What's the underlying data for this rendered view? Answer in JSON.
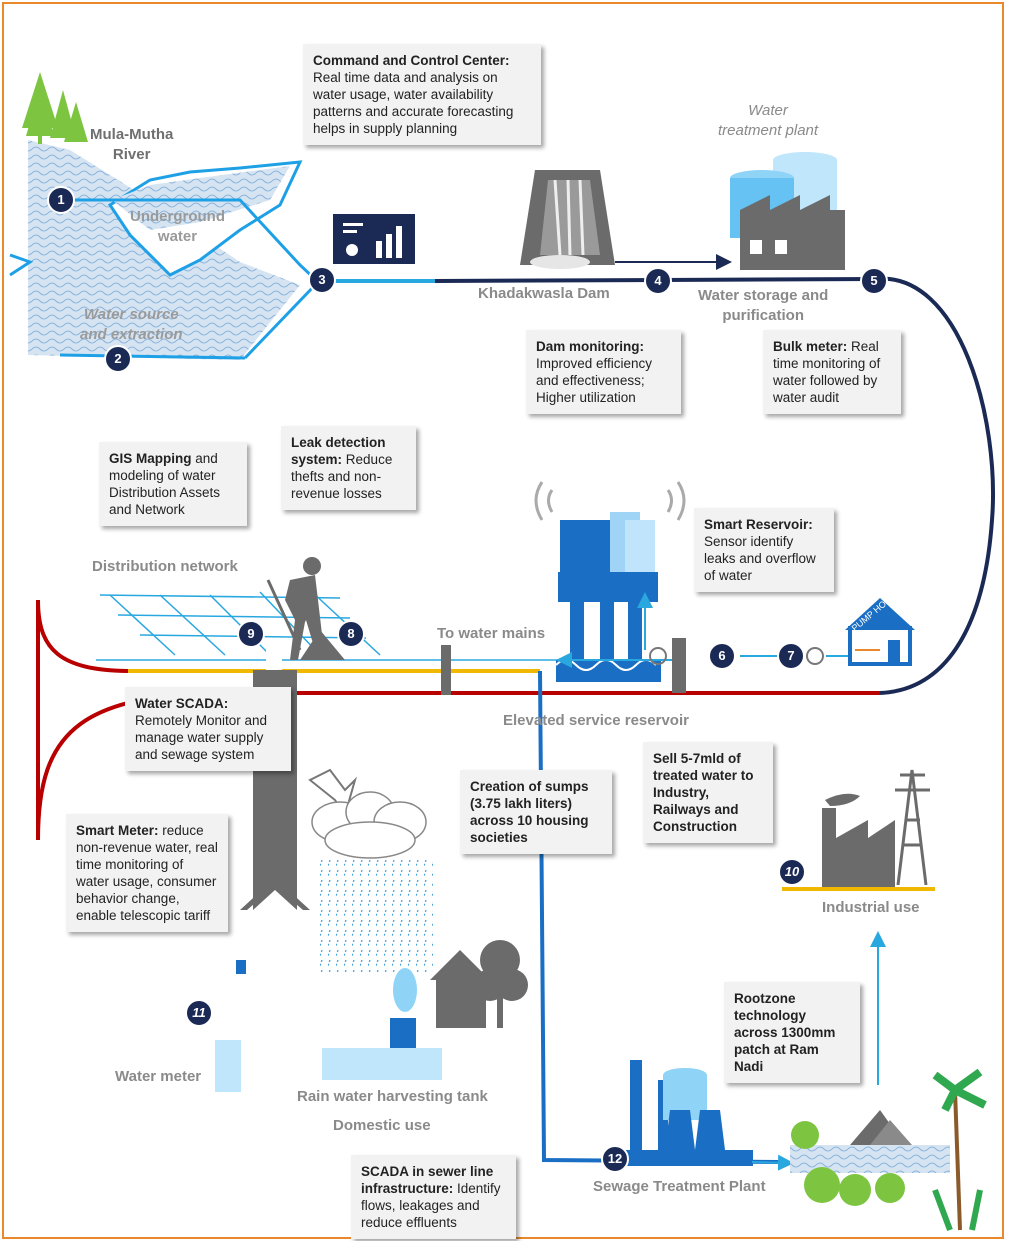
{
  "labels": {
    "river": "Mula-Mutha\nRiver",
    "underground": "Underground\nwater",
    "source": "Water source\nand extraction",
    "dam": "Khadakwasla Dam",
    "plant": "Water\ntreatment plant",
    "storage": "Water storage and\npurification",
    "distribution": "Distribution network",
    "mains": "To water mains",
    "reservoir": "Elevated service reservoir",
    "industrial": "Industrial use",
    "meter": "Water meter",
    "rain_tank": "Rain water harvesting tank",
    "domestic": "Domestic use",
    "stp": "Sewage Treatment Plant",
    "pump": "PUMP HO"
  },
  "callouts": {
    "command": {
      "title": "Command and Control Center:",
      "body": "Real time data and analysis on water usage, water availability patterns and accurate forecasting helps in supply planning"
    },
    "dam": {
      "title": "Dam monitoring:",
      "body": "Improved efficiency and effectiveness; Higher utilization"
    },
    "bulk": {
      "title": "Bulk meter:",
      "body": "Real time monitoring of water followed by water audit"
    },
    "gis": {
      "title": "GIS Mapping",
      "body": "and modeling of water Distribution Assets and Network"
    },
    "leak": {
      "title": "Leak detection system:",
      "body": "Reduce thefts and non-revenue losses"
    },
    "reservoir": {
      "title": "Smart Reservoir:",
      "body": "Sensor identify leaks and overflow of water"
    },
    "scada": {
      "title": "Water SCADA:",
      "body": "Remotely Monitor and manage water supply and sewage system"
    },
    "sell": {
      "title": "Sell 5-7mld of treated water to Industry, Railways and Construction",
      "body": ""
    },
    "sumps": {
      "title": "Creation of sumps (3.75 lakh liters) across 10 housing societies",
      "body": ""
    },
    "smart_meter": {
      "title": "Smart Meter:",
      "body": "reduce non-revenue water, real time monitoring of water usage, consumer behavior change, enable telescopic tariff"
    },
    "rootzone": {
      "title": "Rootzone technology across 1300mm patch at Ram Nadi",
      "body": ""
    },
    "sewer": {
      "title": "SCADA in sewer line infrastructure:",
      "body": "Identify flows, leakages and reduce effluents"
    }
  },
  "steps": [
    "1",
    "2",
    "3",
    "4",
    "5",
    "6",
    "7",
    "8",
    "9",
    "10",
    "11",
    "12"
  ],
  "colors": {
    "navy": "#1b2a55",
    "blue": "#1a6fc4",
    "light_blue": "#29a8e0",
    "red": "#b80000",
    "yellow": "#f0b800",
    "gray": "#6b6b6b",
    "orange": "#e8892b"
  }
}
